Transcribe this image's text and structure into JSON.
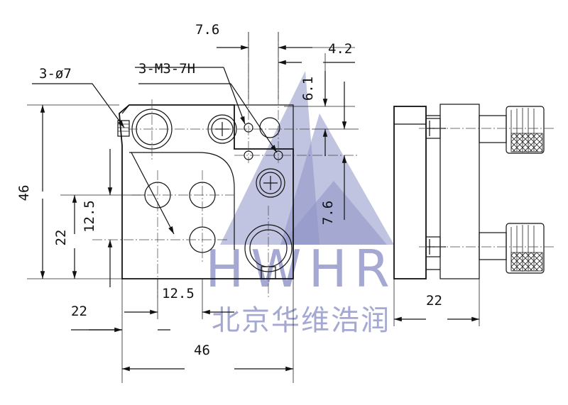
{
  "dimensions": {
    "d_7_6_top": "7.6",
    "d_4_2": "4.2",
    "d_3_m3_7h": "3-M3-7H",
    "d_3_phi7": "3-ø7",
    "d_6_1": "6.1",
    "d_46_left": "46",
    "d_22_left": "22",
    "d_12_5_left": "12.5",
    "d_7_6_right": "7.6",
    "d_12_5_bottom": "12.5",
    "d_22_bottom": "22",
    "d_46_bottom": "46",
    "d_22_side": "22"
  },
  "watermark": {
    "brand": "HWHR",
    "company": "北京华维浩润"
  },
  "colors": {
    "line": "#111111",
    "watermark": "#8e93c7",
    "background": "#ffffff"
  }
}
